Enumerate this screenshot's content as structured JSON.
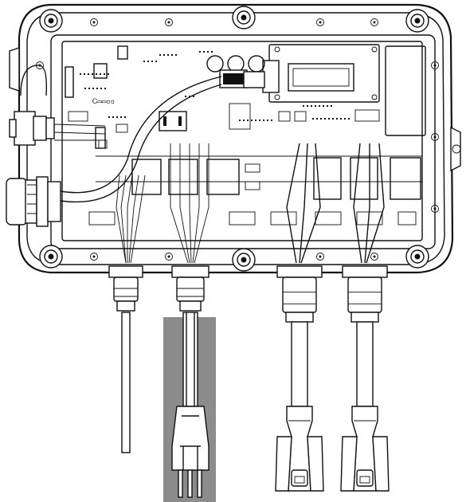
{
  "diagram": {
    "highlight_color": "#8c8c8c",
    "line_color": "#111111",
    "background": "#ffffff",
    "components": [
      "enclosure",
      "circuit-board",
      "display-module",
      "network-connector",
      "side-cable-glands",
      "bottom-cable-glands",
      "power-cable",
      "thin-probe-cable",
      "output-cable-left",
      "output-cable-right"
    ],
    "highlighted_component": "power-cable"
  }
}
